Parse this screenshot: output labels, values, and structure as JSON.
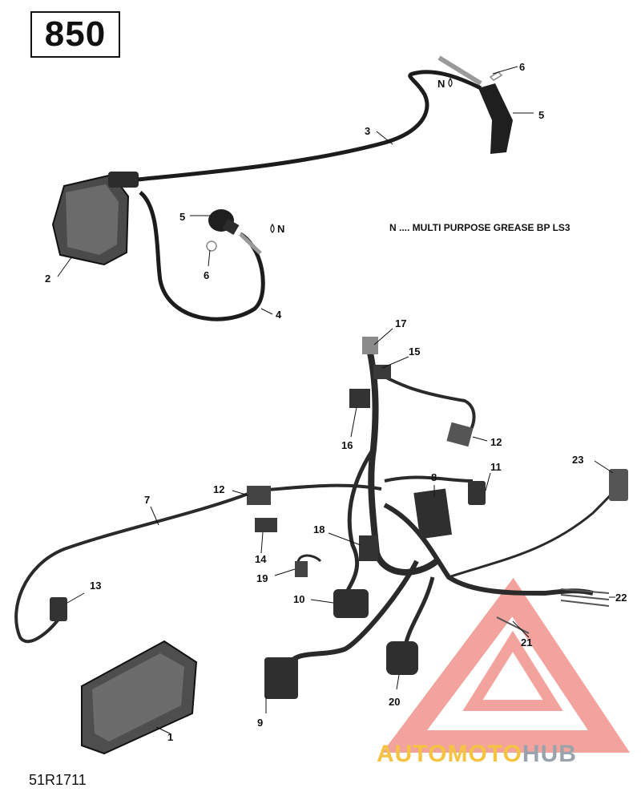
{
  "model": "850",
  "note": "N .... MULTI PURPOSE GREASE BP LS3",
  "reference_code": "51R1711",
  "watermark": {
    "brand_part1": "AUTOMOTO",
    "brand_part2": "HUB",
    "colors": {
      "triangle": "#e8584f",
      "part1": "#f5c342",
      "part2": "#9aa3ab"
    }
  },
  "grease_symbol": "N",
  "callouts": {
    "c1": "1",
    "c2": "2",
    "c3": "3",
    "c4": "4",
    "c5a": "5",
    "c5b": "5",
    "c6a": "6",
    "c6b": "6",
    "c7": "7",
    "c8": "8",
    "c9": "9",
    "c10": "10",
    "c11": "11",
    "c12a": "12",
    "c12b": "12",
    "c13": "13",
    "c14": "14",
    "c15": "15",
    "c16": "16",
    "c17": "17",
    "c18": "18",
    "c19": "19",
    "c20": "20",
    "c21": "21",
    "c22": "22",
    "c23": "23"
  }
}
